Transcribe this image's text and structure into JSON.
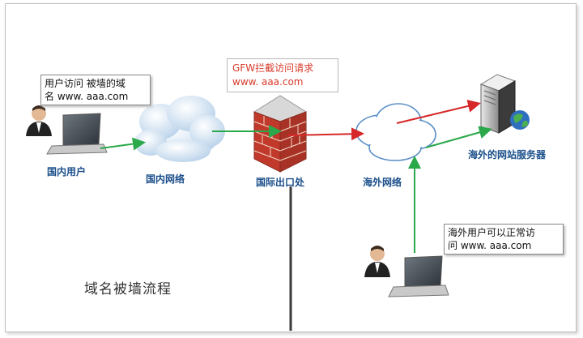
{
  "labels": {
    "domestic_user": "国内用户",
    "domestic_network": "国内网络",
    "intl_exit": "国际出口处",
    "overseas_network": "海外网络",
    "overseas_server": "海外的网站服务器"
  },
  "callouts": {
    "domestic": {
      "line1": "用户访问  被墙的域",
      "line2": "名 www. aaa.com"
    },
    "firewall": {
      "line1": "GFW拦截访问请求",
      "line2": "www. aaa.com"
    },
    "overseas": {
      "line1": "海外用户可以正常访",
      "line2": "问  www. aaa.com"
    }
  },
  "title": "域名被墙流程",
  "colors": {
    "green_arrow": "#2aa84a",
    "red_arrow": "#d62828",
    "label": "#1a4e8a"
  },
  "icons": [
    "user-icon",
    "laptop-icon",
    "cloud-icon",
    "firewall-icon",
    "server-icon",
    "globe-icon"
  ]
}
